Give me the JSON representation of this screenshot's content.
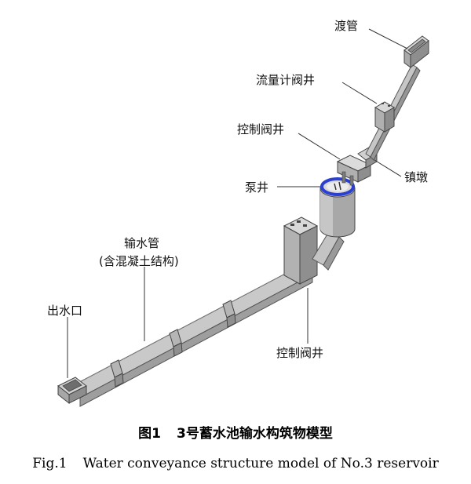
{
  "labels": {
    "du_guan": "渡管",
    "liuliangji_famjing": "流量计阀井",
    "kongzhi_famjing_upper": "控制阀井",
    "zhen_dun": "镇墩",
    "beng_jing": "泵井",
    "shushui_guan": "输水管",
    "shushui_guan_note": "(含混凝土结构)",
    "chu_shui_kou": "出水口",
    "kongzhi_famjing_lower": "控制阀井"
  },
  "caption": {
    "cn_number": "图1",
    "cn_title": "3号蓄水池输水构筑物模型",
    "en_number": "Fig.1",
    "en_title": "Water conveyance structure model of No.3 reservoir"
  },
  "colors": {
    "pipe_light": "#c9c9c9",
    "pipe_mid": "#a9a9a9",
    "pipe_dark": "#8a8a8a",
    "outline": "#555555",
    "pump_ring": "#2b3fd0"
  }
}
